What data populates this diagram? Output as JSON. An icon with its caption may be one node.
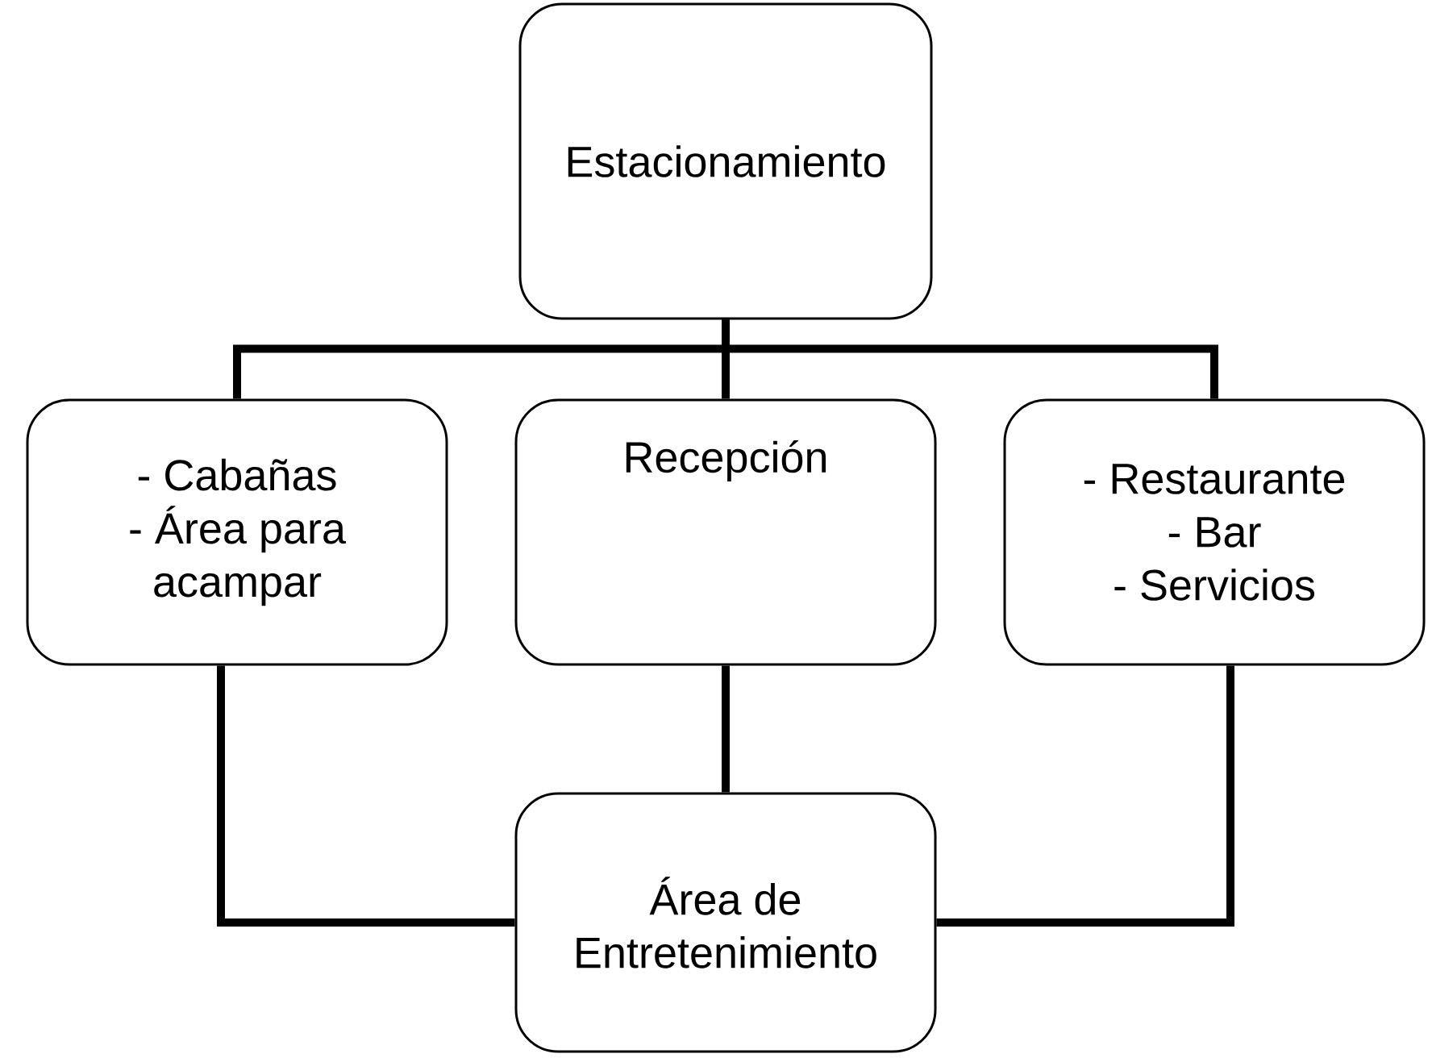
{
  "diagram": {
    "nodes": [
      {
        "text": [
          "Estacionamiento"
        ]
      },
      {
        "text": [
          "- Cabañas",
          "- Área para acampar"
        ]
      },
      {
        "text": [
          "Recepción"
        ]
      },
      {
        "text": [
          "- Restaurante",
          "- Bar",
          "- Servicios"
        ]
      },
      {
        "text": [
          "Área de Entretenimiento"
        ]
      }
    ],
    "edges": [
      {
        "from": 0,
        "to": 1,
        "arrow": "none"
      },
      {
        "from": 0,
        "to": 2,
        "arrow": "none"
      },
      {
        "from": 0,
        "to": 3,
        "arrow": "none"
      },
      {
        "from": 1,
        "to": 4,
        "arrow": "none"
      },
      {
        "from": 2,
        "to": 4,
        "arrow": "none"
      },
      {
        "from": 3,
        "to": 4,
        "arrow": "none"
      }
    ]
  }
}
